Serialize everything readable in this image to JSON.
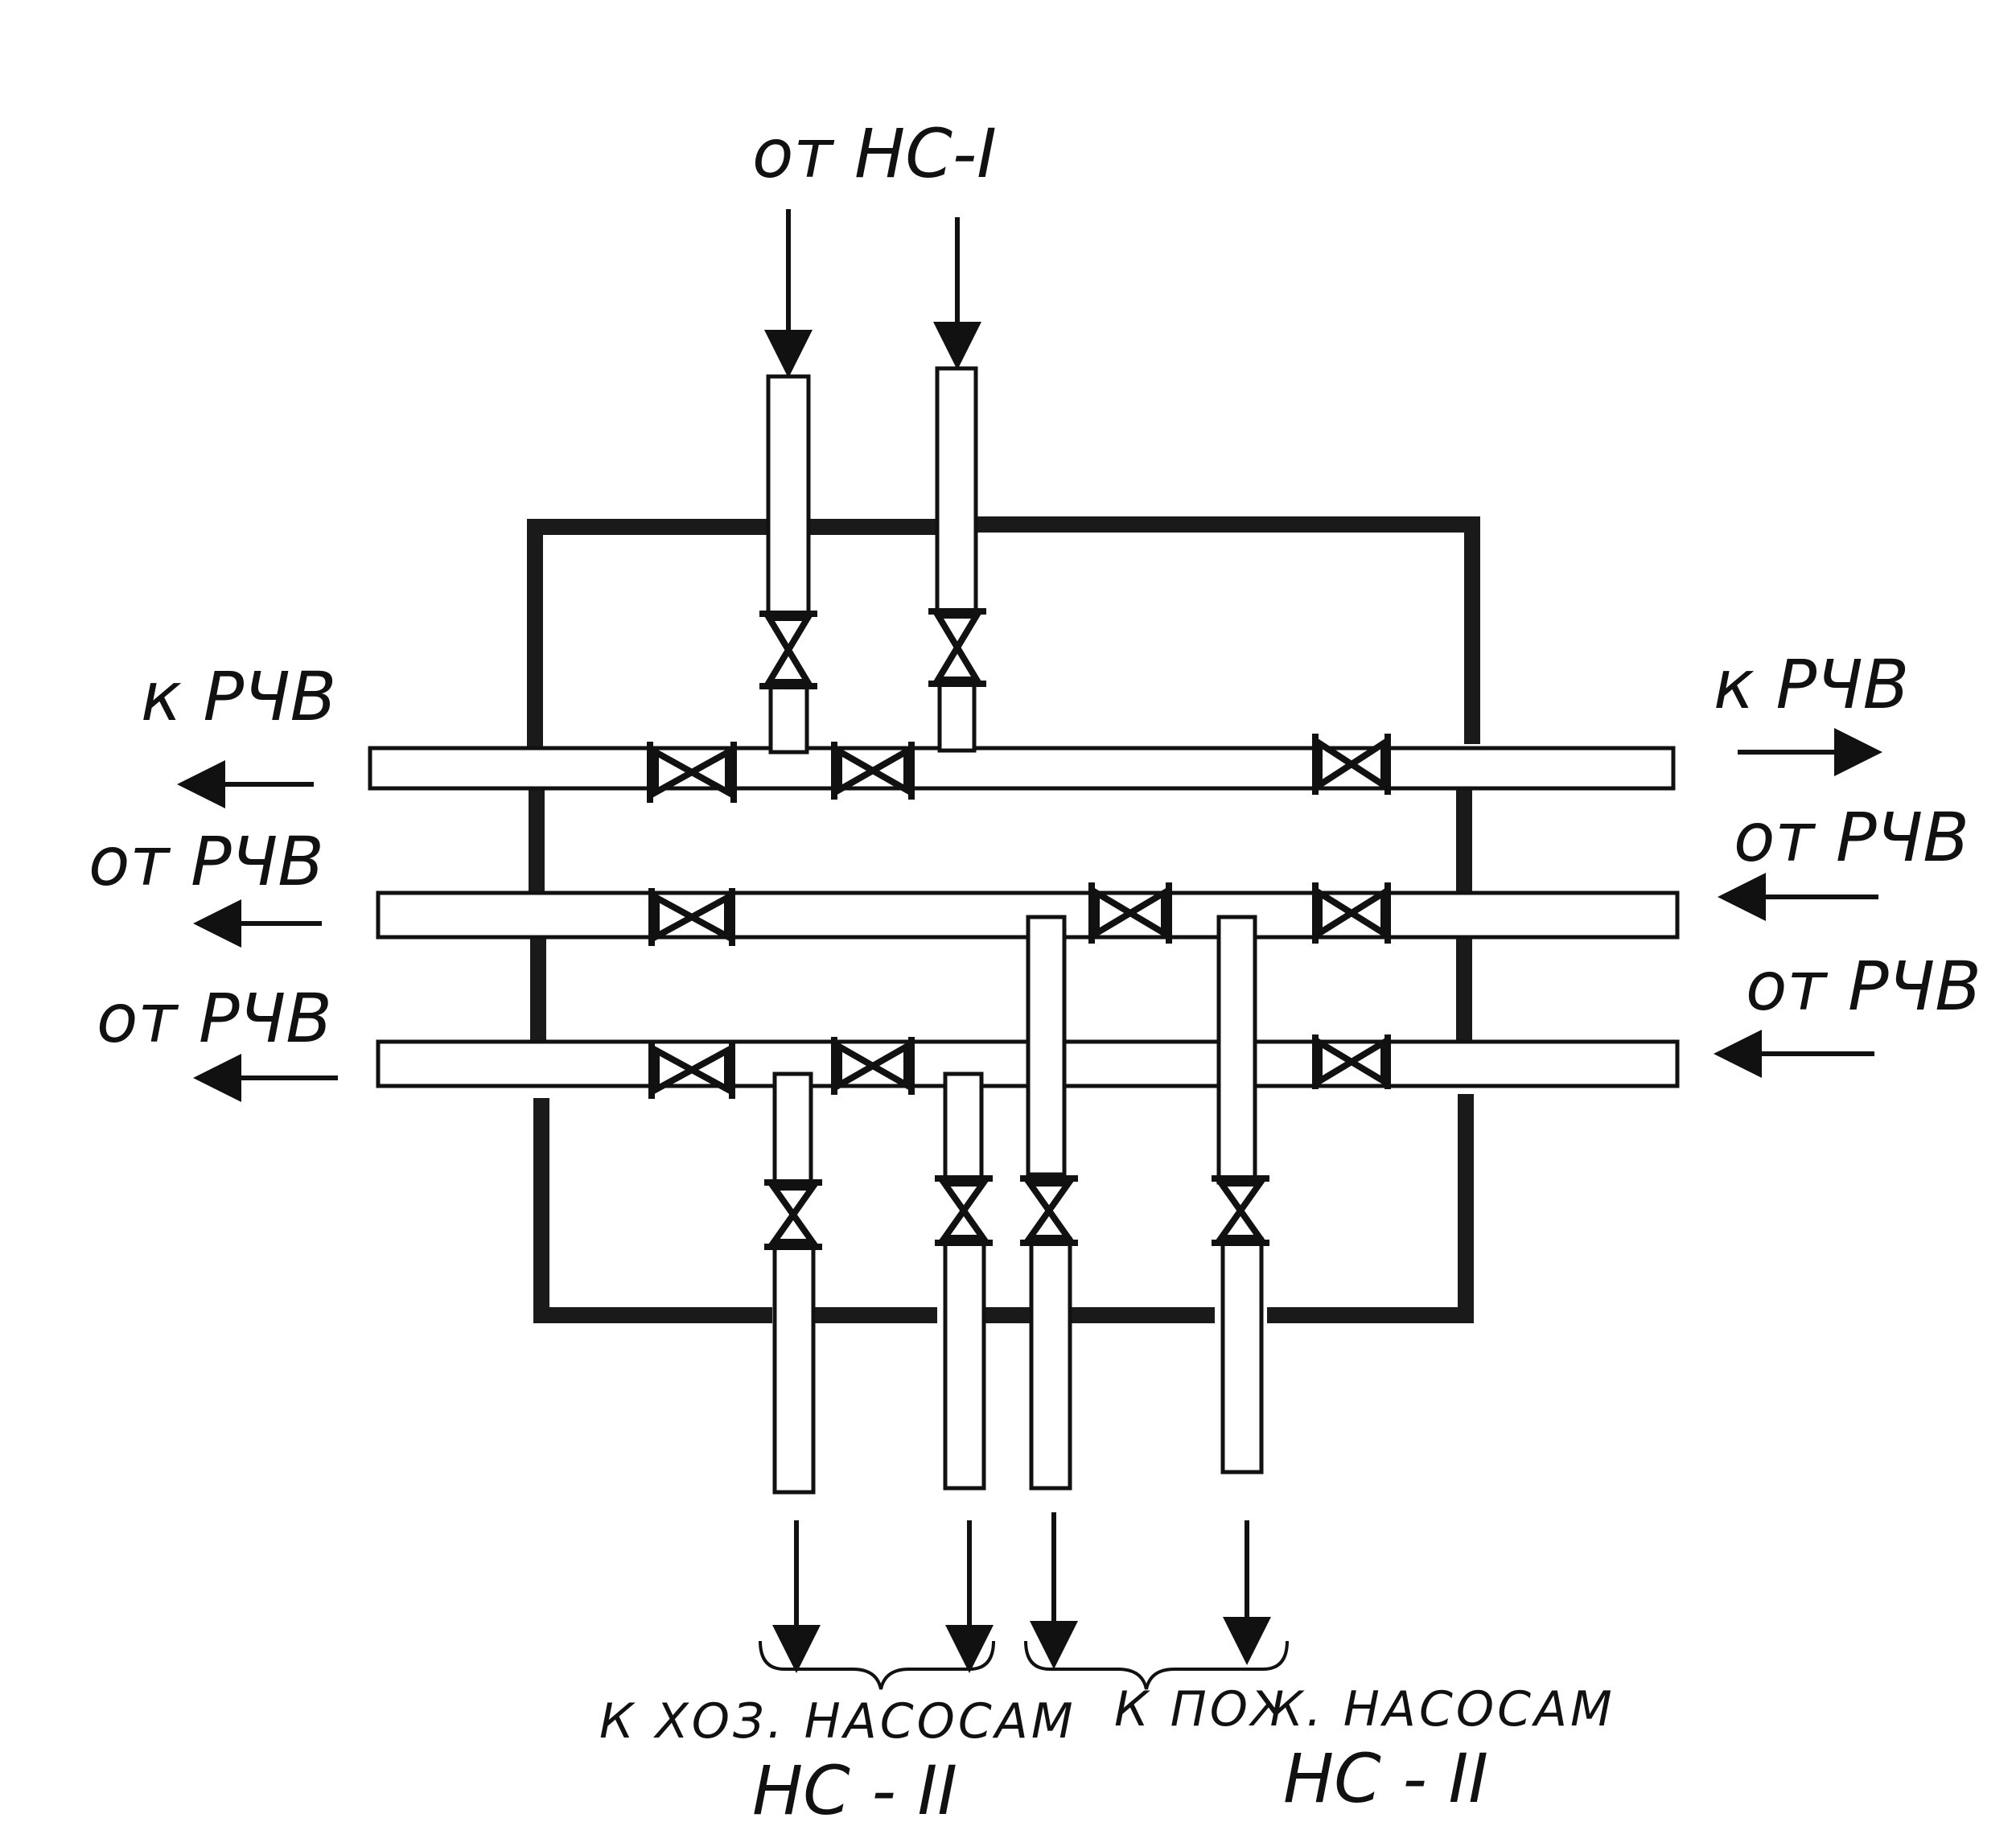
{
  "labels": {
    "top_inlet": "от НС-I",
    "left_top": "к РЧВ",
    "left_mid": "от РЧВ",
    "left_bot": "от РЧВ",
    "right_top": "к РЧВ",
    "right_mid": "от РЧВ",
    "right_bot": "от РЧВ",
    "bottom_left_line": "К ХОЗ. НАСОСАМ",
    "bottom_left_sub": "НС - II",
    "bottom_right_line": "К ПОЖ. НАСОСАМ",
    "bottom_right_sub": "НС - II"
  },
  "colors": {
    "ink": "#111111",
    "wall": "#1a1a1a",
    "paper": "#ffffff"
  }
}
